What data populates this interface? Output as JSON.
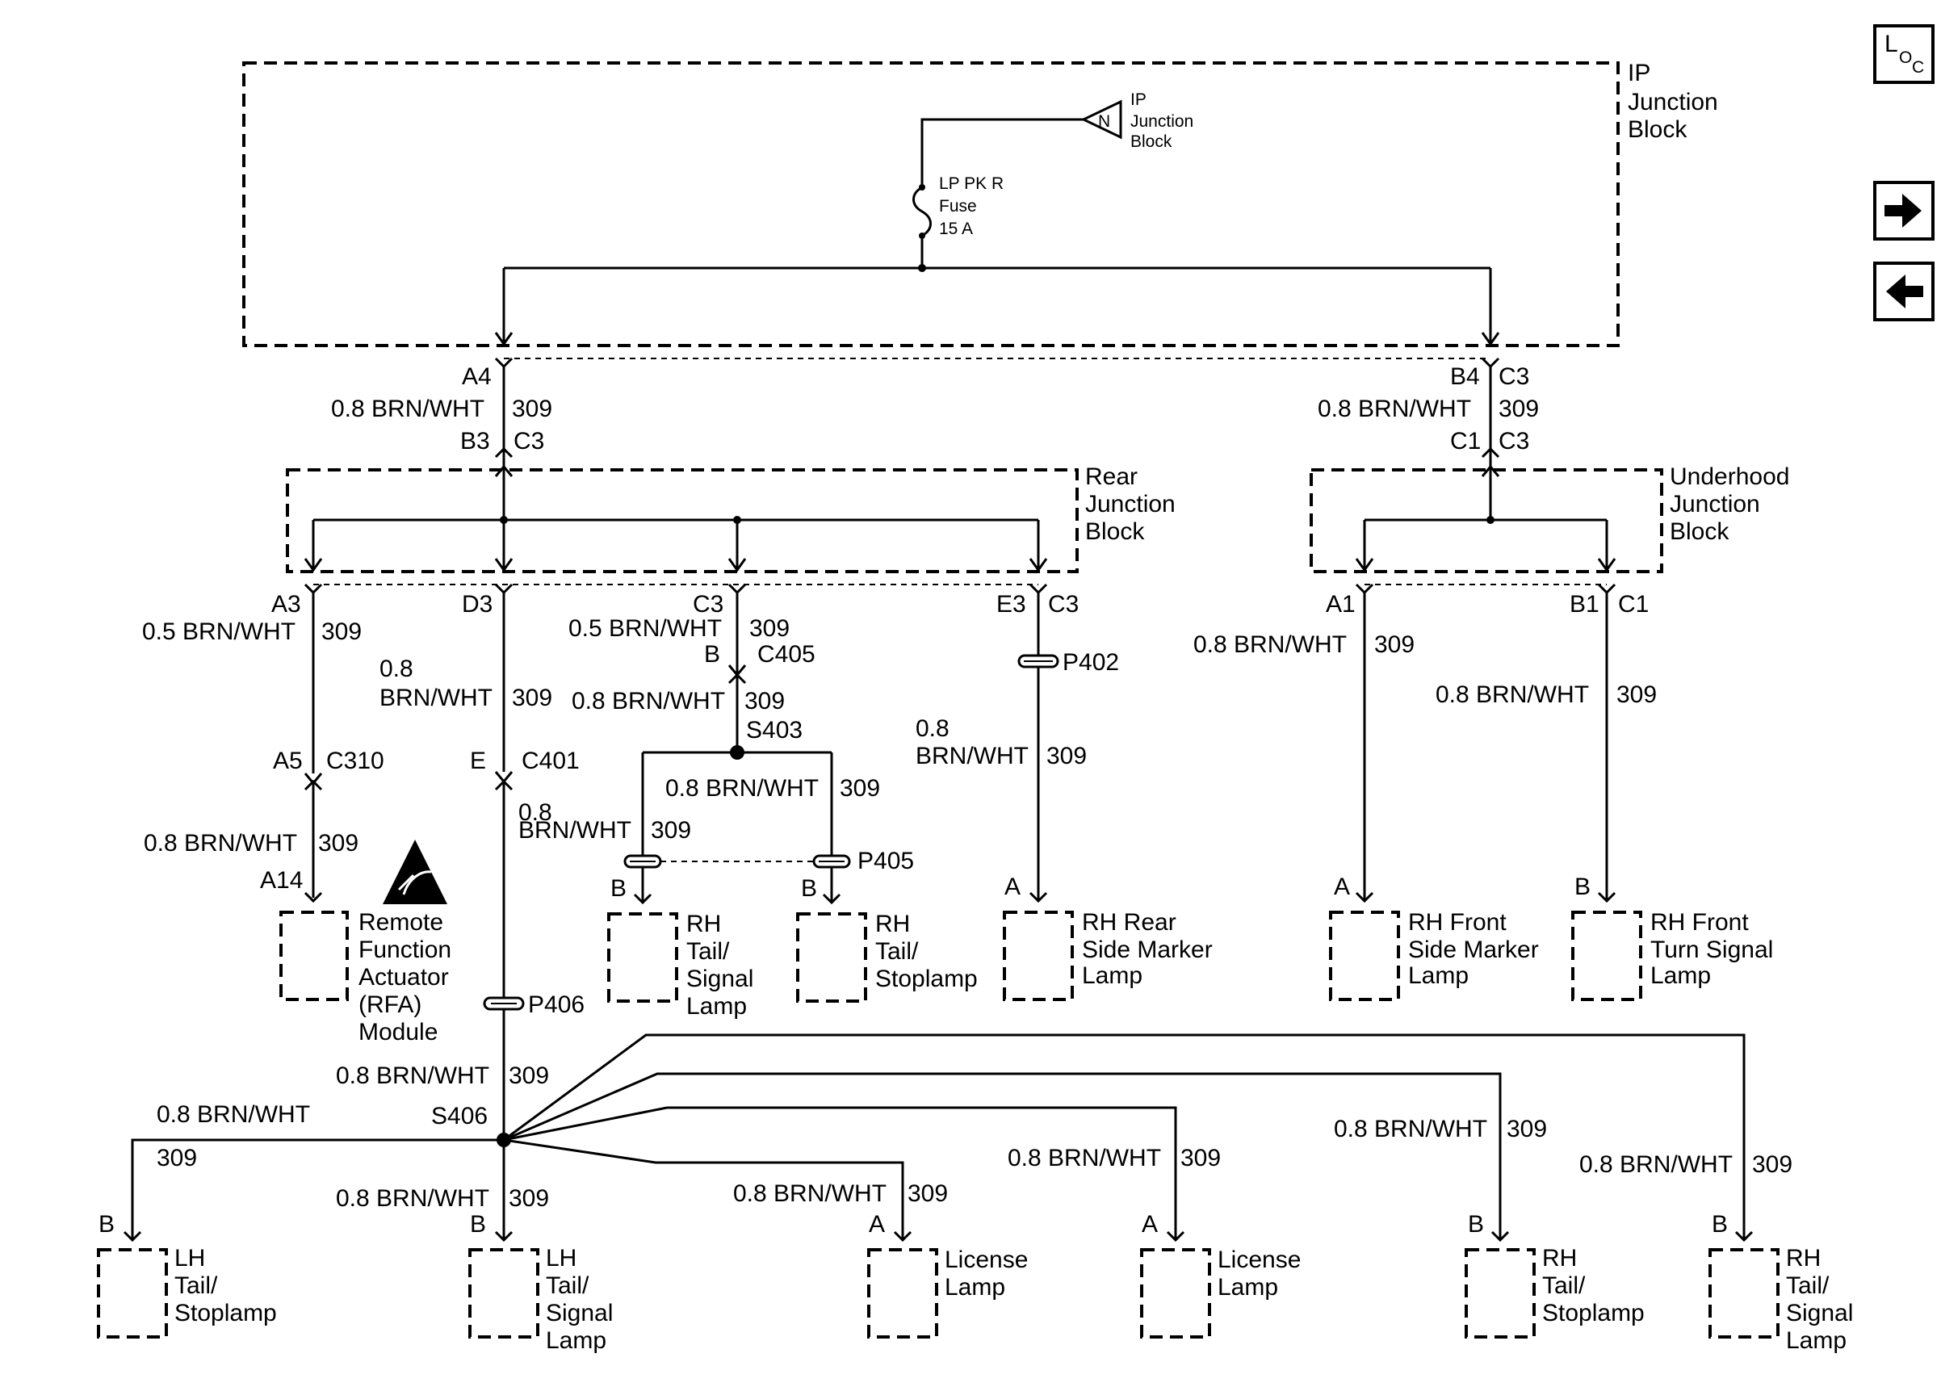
{
  "ip_block": {
    "name": [
      "IP",
      "Junction",
      "Block"
    ],
    "ref": [
      "IP",
      "Junction",
      "Block"
    ],
    "ref_letter": "N"
  },
  "fuse": {
    "name": "LP PK R",
    "type": "Fuse",
    "rating": "15 A"
  },
  "nav": {
    "loc_l": "L",
    "loc_o": "O",
    "loc_c": "C"
  },
  "wires": {
    "std": "0.8 BRN/WHT",
    "half": "0.5 BRN/WHT",
    "std_a": "0.8",
    "std_b": "BRN/WHT",
    "circuit": "309"
  },
  "left_trunk": {
    "top": "A4",
    "bot_pin": "B3",
    "bot_conn": "C3"
  },
  "right_trunk": {
    "top_pin": "B4",
    "top_conn": "C3",
    "bot_pin": "C1",
    "bot_conn": "C3"
  },
  "rear_block": {
    "name": [
      "Rear",
      "Junction",
      "Block"
    ]
  },
  "underhood_block": {
    "name": [
      "Underhood",
      "Junction",
      "Block"
    ]
  },
  "a3": {
    "pin": "A3"
  },
  "d3": {
    "pin": "D3"
  },
  "c3b": {
    "pin": "C3"
  },
  "e3": {
    "pin": "E3",
    "conn": "C3"
  },
  "a1": {
    "pin": "A1"
  },
  "b1": {
    "pin": "B1",
    "conn": "C1"
  },
  "c405": {
    "pin": "B",
    "conn": "C405"
  },
  "s403": "S403",
  "c310": {
    "pin": "A5",
    "conn": "C310"
  },
  "c401": {
    "pin": "E",
    "conn": "C401"
  },
  "p402": "P402",
  "p405": "P405",
  "p406": "P406",
  "s406": "S406",
  "rfa": {
    "pin": "A14",
    "name": [
      "Remote",
      "Function",
      "Actuator",
      "(RFA)",
      "Module"
    ]
  },
  "rh_tail_signal_mid": {
    "pin": "B",
    "name": [
      "RH",
      "Tail/",
      "Signal",
      "Lamp"
    ]
  },
  "rh_tail_stop_mid": {
    "pin": "B",
    "name": [
      "RH",
      "Tail/",
      "Stoplamp"
    ]
  },
  "rh_rear_side": {
    "pin": "A",
    "name": [
      "RH Rear",
      "Side Marker",
      "Lamp"
    ]
  },
  "rh_front_side": {
    "pin": "A",
    "name": [
      "RH Front",
      "Side Marker",
      "Lamp"
    ]
  },
  "rh_front_turn": {
    "pin": "B",
    "name": [
      "RH Front",
      "Turn Signal",
      "Lamp"
    ]
  },
  "lh_tail_stop": {
    "pin": "B",
    "name": [
      "LH",
      "Tail/",
      "Stoplamp"
    ]
  },
  "lh_tail_signal": {
    "pin": "B",
    "name": [
      "LH",
      "Tail/",
      "Signal",
      "Lamp"
    ]
  },
  "license1": {
    "pin": "A",
    "name": [
      "License",
      "Lamp"
    ]
  },
  "license2": {
    "pin": "A",
    "name": [
      "License",
      "Lamp"
    ]
  },
  "rh_tail_stop_bot": {
    "pin": "B",
    "name": [
      "RH",
      "Tail/",
      "Stoplamp"
    ]
  },
  "rh_tail_signal_bot": {
    "pin": "B",
    "name": [
      "RH",
      "Tail/",
      "Signal",
      "Lamp"
    ]
  }
}
